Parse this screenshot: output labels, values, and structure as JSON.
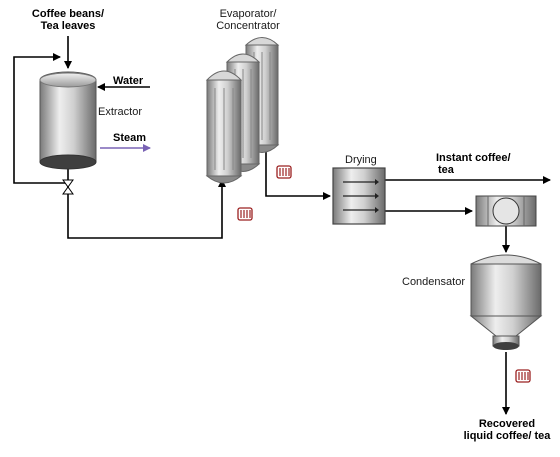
{
  "labels": {
    "coffee_line1": "Coffee beans/",
    "coffee_line2": "Tea leaves",
    "water": "Water",
    "extractor": "Extractor",
    "steam": "Steam",
    "evap_line1": "Evaporator/",
    "evap_line2": "Concentrator",
    "drying": "Drying",
    "instant_line1": "Instant coffee/",
    "instant_line2": "tea",
    "condensator": "Condensator",
    "recovered_line1": "Recovered",
    "recovered_line2": "liquid coffee/ tea"
  },
  "colors": {
    "line": "#000000",
    "steam_arrow": "#7a63b5",
    "pump": "#9b2020",
    "vessel_dark": "#6e6e6e",
    "vessel_light": "#e6e6e6"
  }
}
